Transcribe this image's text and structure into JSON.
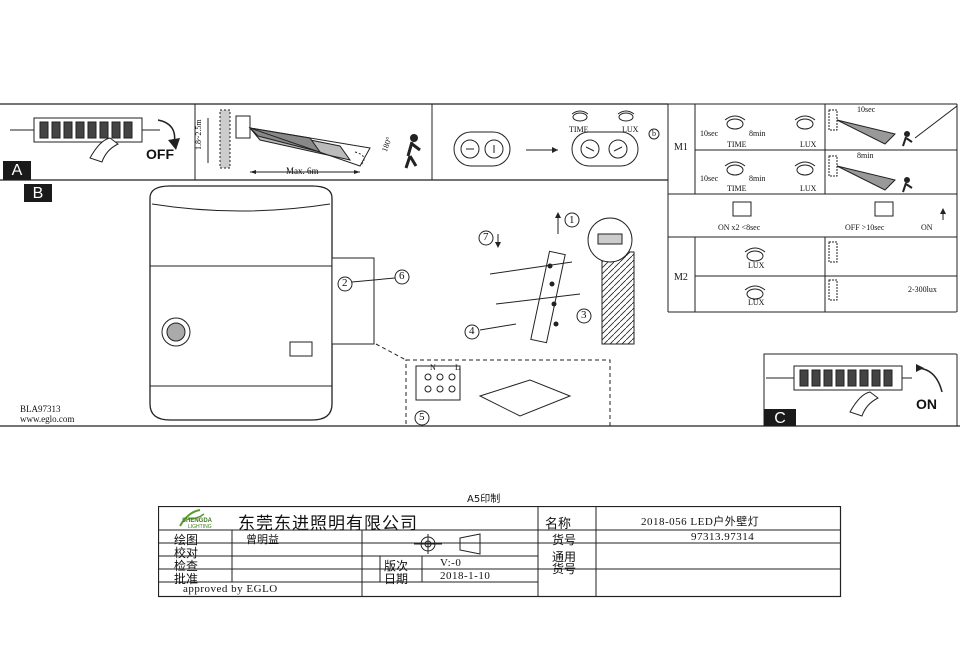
{
  "panels": {
    "a": {
      "tag": "A",
      "off_label": "OFF",
      "height_label": "1.8~2.5m",
      "distance_label": "Max. 6m",
      "angle_label": "180°",
      "time_label": "TIME",
      "lux_label": "LUX",
      "circle_b": "b"
    },
    "b": {
      "tag": "B",
      "model": "BLA97313",
      "website": "www.eglo.com",
      "steps": [
        "1",
        "2",
        "3",
        "4",
        "5",
        "6",
        "7"
      ],
      "wire_n": "N",
      "wire_l": "L"
    },
    "c": {
      "tag": "C",
      "on_label": "ON"
    },
    "modes": {
      "m1": "M1",
      "m2": "M2",
      "row1": {
        "left": "10sec",
        "right": "8min",
        "time": "TIME",
        "lux": "LUX",
        "result": "10sec"
      },
      "row2": {
        "left": "10sec",
        "right": "8min",
        "time": "TIME",
        "lux": "LUX",
        "result": "8min"
      },
      "switch_on": "ON x2 <8sec",
      "switch_off": "OFF >10sec",
      "switch_off_to": "ON",
      "m2_lux1": "LUX",
      "m2_lux2": "LUX",
      "m2_range": "2-300lux"
    }
  },
  "title_block": {
    "print_size": "A5印制",
    "logo_text": "SHENGDA",
    "logo_sub": "LIGHTING",
    "company": "东莞东进照明有限公司",
    "name_label": "名称",
    "name_value": "2018-056 LED户外壁灯",
    "drawn_label": "绘图",
    "drawn_value": "曾明益",
    "item_label": "货号",
    "item_value": "97313.97314",
    "check_label": "校对",
    "general_label": "通用",
    "general_label2": "货号",
    "review_label": "检查",
    "version_label": "版次",
    "version_value": "V:-0",
    "approve_label": "批准",
    "date_label": "日期",
    "date_value": "2018-1-10",
    "approved_by": "approved by EGLO"
  }
}
